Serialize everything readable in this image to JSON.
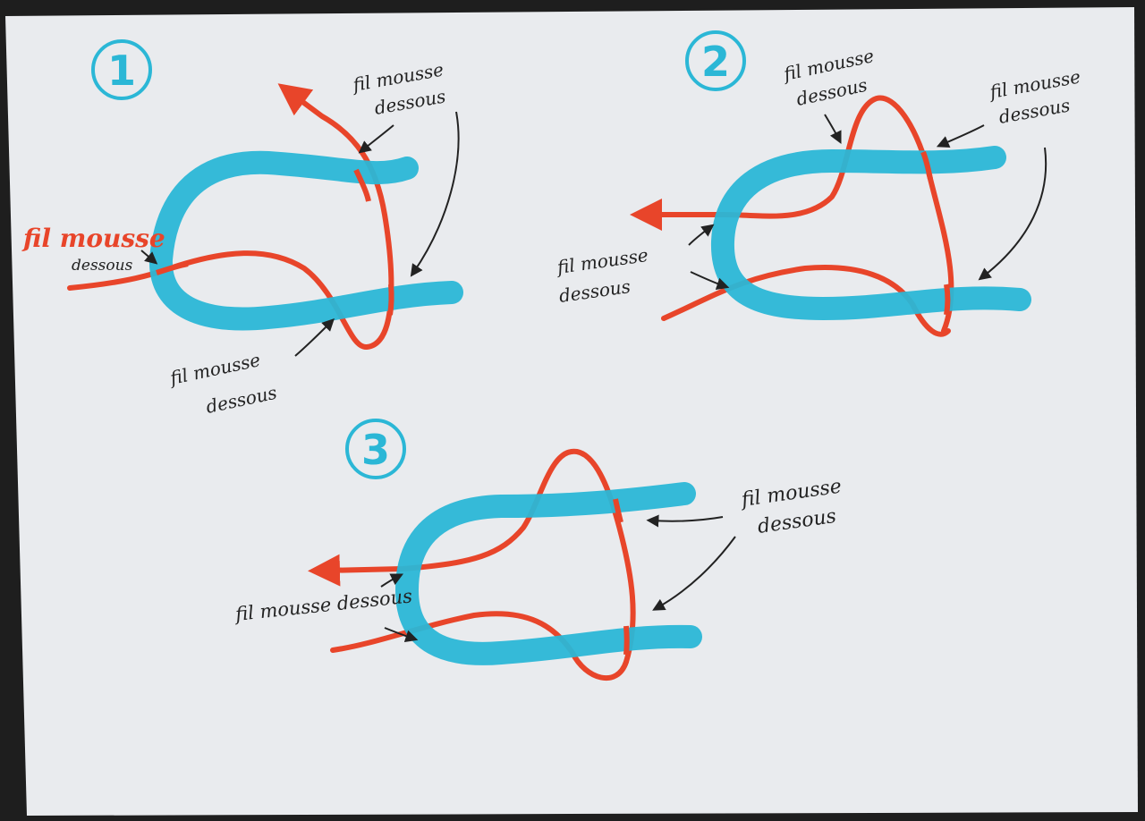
{
  "photo": {
    "description_colors": {
      "paper": "#e9ebee",
      "red_yarn": "#e8452a",
      "blue_yarn": "#2bb7d6",
      "ink": "#222222"
    }
  },
  "steps": [
    {
      "number": "1",
      "title_red": "fil mousse",
      "labels": [
        {
          "text": "dessous"
        },
        {
          "line1": "fil mousse",
          "line2": "dessous"
        },
        {
          "line1": "fil mousse",
          "line2": "dessous"
        }
      ]
    },
    {
      "number": "2",
      "labels": [
        {
          "line1": "fil mousse",
          "line2": "dessous"
        },
        {
          "line1": "fil mousse",
          "line2": "dessous"
        },
        {
          "line1": "fil mousse",
          "line2": "dessous"
        }
      ]
    },
    {
      "number": "3",
      "labels": [
        {
          "line1": "fil mousse",
          "line2": "dessous"
        },
        {
          "text": "fil mousse dessous"
        }
      ]
    }
  ]
}
